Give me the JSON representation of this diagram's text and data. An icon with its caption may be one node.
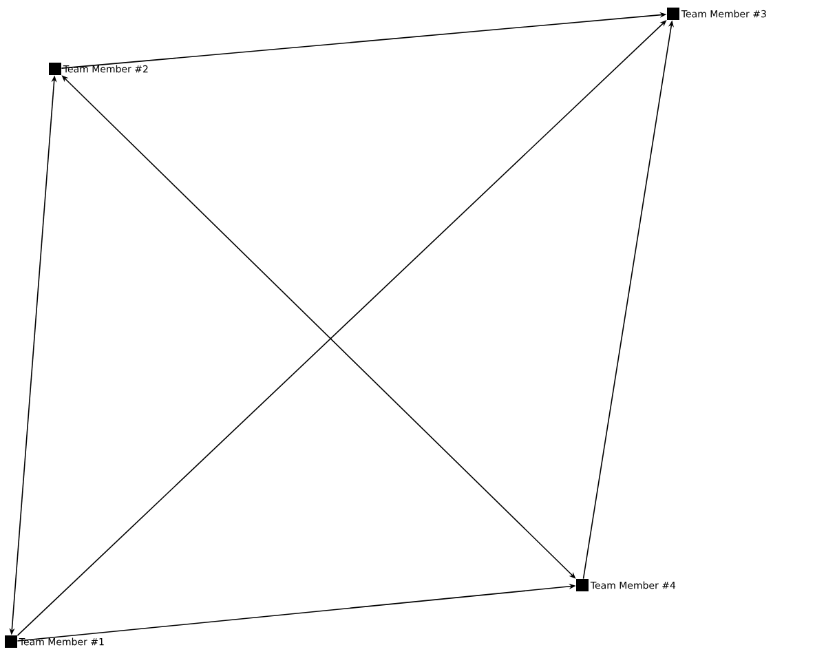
{
  "diagram": {
    "nodes": [
      {
        "text": [
          "Team Member #1"
        ]
      },
      {
        "text": [
          "Team Member #2"
        ]
      },
      {
        "text": [
          "Team Member #3"
        ]
      },
      {
        "text": [
          "Team Member #4"
        ]
      }
    ],
    "edges": [
      {
        "from": 0,
        "to": 1,
        "arrow": "both"
      },
      {
        "from": 1,
        "to": 2,
        "arrow": "to"
      },
      {
        "from": 0,
        "to": 2,
        "arrow": "to"
      },
      {
        "from": 1,
        "to": 3,
        "arrow": "both"
      },
      {
        "from": 0,
        "to": 3,
        "arrow": "to"
      },
      {
        "from": 3,
        "to": 2,
        "arrow": "to"
      }
    ]
  }
}
